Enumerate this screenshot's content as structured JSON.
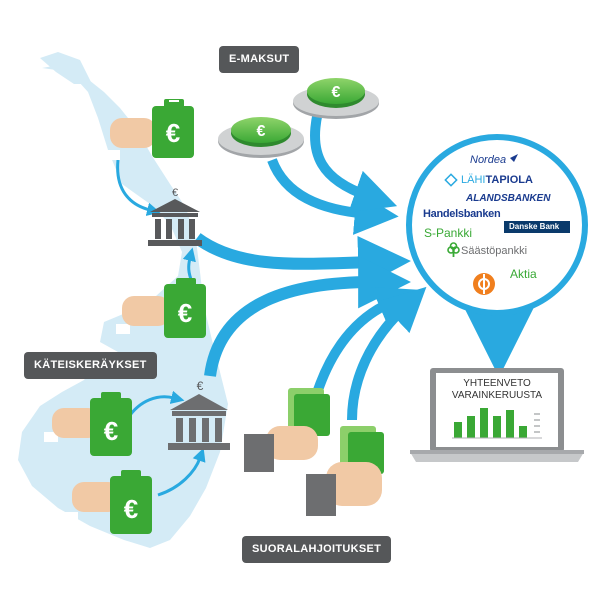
{
  "labels": {
    "e_payments": "E-MAKSUT",
    "cash_collections": "KÄTEISKERÄYKSET",
    "direct_donations": "SUORALAHJOITUKSET"
  },
  "currency_symbol": "€",
  "banks": {
    "nordea": "Nordea",
    "lahitapiola_a": "LÄHI",
    "lahitapiola_b": "TAPIOLA",
    "alandsbanken": "ALANDSBANKEN",
    "handelsbanken": "Handelsbanken",
    "danske": "Danske Bank",
    "spankki": "S-Pankki",
    "saastopankki": "Säästöpankki",
    "aktia": "Aktia"
  },
  "monitor": {
    "title_line1": "YHTEENVETO",
    "title_line2": "VARAINKERUUSTA"
  },
  "colors": {
    "arrow_blue": "#29a9e0",
    "map_blue": "#d4ebf6",
    "cash_green": "#3aa835",
    "tag_gray": "#555759",
    "bank_gray": "#58595b"
  }
}
